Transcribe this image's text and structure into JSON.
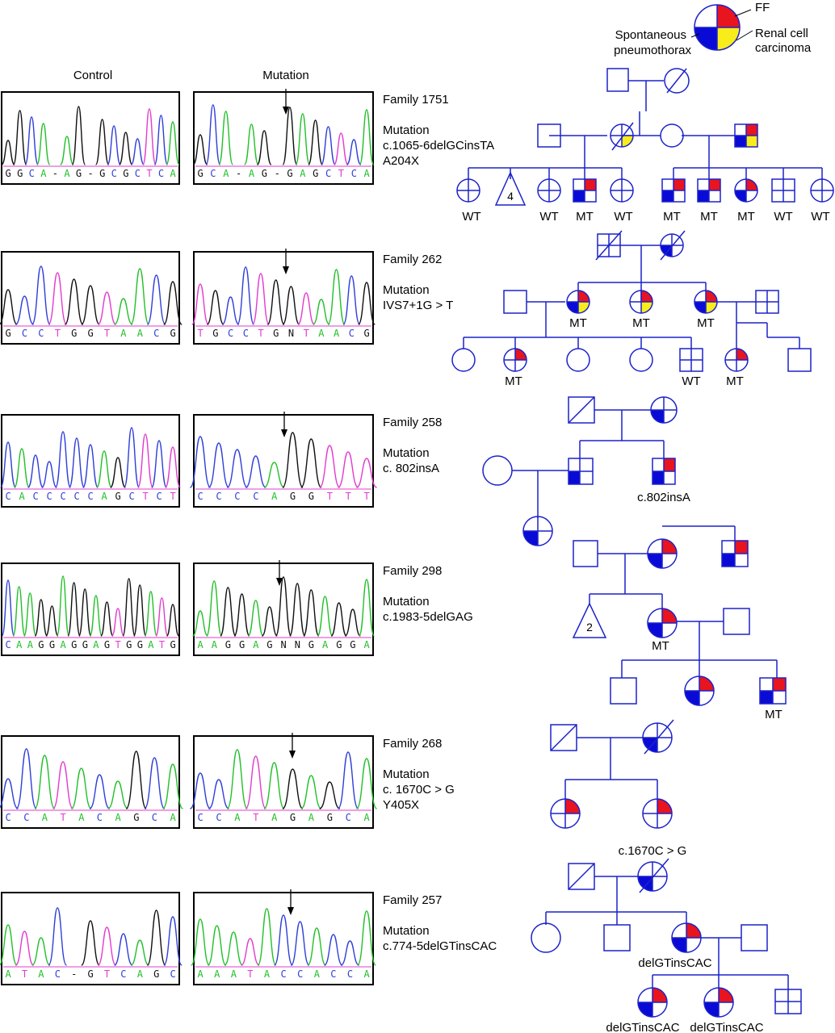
{
  "headers": {
    "control": "Control",
    "mutation": "Mutation"
  },
  "legend": {
    "ff": "FF",
    "sp_line1": "Spontaneous",
    "sp_line2": "pneumothorax",
    "rcc_line1": "Renal cell",
    "rcc_line2": "carcinoma"
  },
  "colors": {
    "line": "#1c22c9",
    "blue": "#0a0ad6",
    "red": "#e8141e",
    "yellow": "#f8ec1a",
    "trace_green": "#22c02a",
    "trace_black": "#111111",
    "trace_blue": "#2f3fd8",
    "trace_pink": "#e23ccd"
  },
  "families": [
    {
      "label": "Family 1751",
      "info": [
        "Mutation",
        "c.1065-6delGCinsTA",
        "A204X"
      ],
      "control_seq": "GGCA-AG-GCGCTCA",
      "mutation_seq": "GCA-AG-GAGCTCA",
      "pedigree_labels": [
        "WT",
        "WT",
        "MT",
        "WT",
        "MT",
        "MT",
        "MT",
        "WT",
        "WT"
      ],
      "sibship_count": "4"
    },
    {
      "label": "Family 262",
      "info": [
        "Mutation",
        "IVS7+1G > T"
      ],
      "control_seq": "GCCTGGTAACG",
      "mutation_seq": "TGCCTGNTAACG",
      "pedigree_labels": [
        "MT",
        "MT",
        "MT",
        "MT",
        "WT",
        "MT"
      ]
    },
    {
      "label": "Family 258",
      "info": [
        "Mutation",
        "c. 802insA"
      ],
      "control_seq": "CACCCCCAGCTCT",
      "mutation_seq": "CCCCAGGTTT",
      "pedigree_labels": [
        "c.802insA"
      ]
    },
    {
      "label": "Family 298",
      "info": [
        "Mutation",
        "c.1983-5delGAG"
      ],
      "control_seq": "CAAGGAGGAGTGGATG",
      "mutation_seq": "AAGGAGNNGAGGA",
      "pedigree_labels": [
        "MT",
        "MT"
      ],
      "sibship_count": "2"
    },
    {
      "label": "Family 268",
      "info": [
        "Mutation",
        "c. 1670C > G",
        "Y405X"
      ],
      "control_seq": "CCATACAGCA",
      "mutation_seq": "CCATAGAGCA",
      "pedigree_labels": [
        "c.1670C > G"
      ]
    },
    {
      "label": "Family  257",
      "info": [
        "Mutation",
        "c.774-5delGTinsCAC"
      ],
      "control_seq": "ATAC-GTCAGC",
      "mutation_seq": "AAATACCACCA",
      "pedigree_labels": [
        "delGTinsCAC",
        "delGTinsCAC",
        "delGTinsCAC"
      ]
    }
  ]
}
